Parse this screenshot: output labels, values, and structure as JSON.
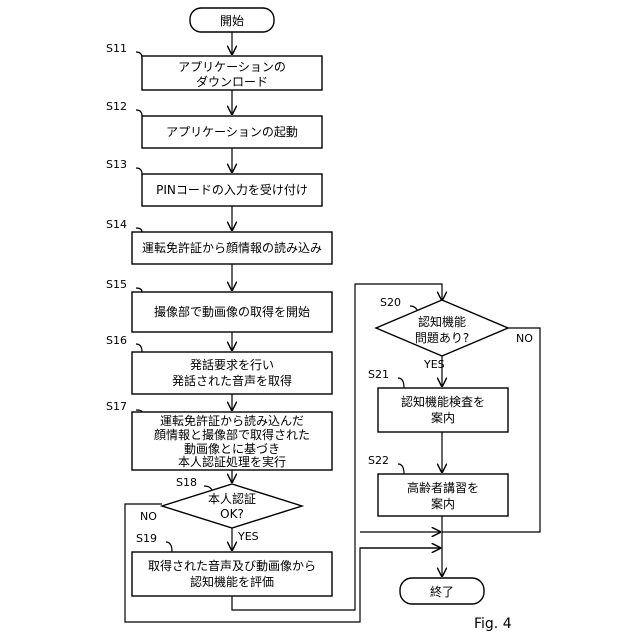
{
  "figure_label": "Fig. 4",
  "start": "開始",
  "end": "終了",
  "steps": {
    "s11": {
      "id": "S11",
      "line1": "アプリケーションの",
      "line2": "ダウンロード"
    },
    "s12": {
      "id": "S12",
      "line1": "アプリケーションの起動"
    },
    "s13": {
      "id": "S13",
      "line1": "PINコードの入力を受け付け"
    },
    "s14": {
      "id": "S14",
      "line1": "運転免許証から顔情報の読み込み"
    },
    "s15": {
      "id": "S15",
      "line1": "撮像部で動画像の取得を開始"
    },
    "s16": {
      "id": "S16",
      "line1": "発話要求を行い",
      "line2": "発話された音声を取得"
    },
    "s17": {
      "id": "S17",
      "line1": "運転免許証から読み込んだ",
      "line2": "顔情報と撮像部で取得された",
      "line3": "動画像とに基づき",
      "line4": "本人認証処理を実行"
    },
    "s18": {
      "id": "S18",
      "line1": "本人認証",
      "line2": "OK?",
      "yes": "YES",
      "no": "NO"
    },
    "s19": {
      "id": "S19",
      "line1": "取得された音声及び動画像から",
      "line2": "認知機能を評価"
    },
    "s20": {
      "id": "S20",
      "line1": "認知機能",
      "line2": "問題あり?",
      "yes": "YES",
      "no": "NO"
    },
    "s21": {
      "id": "S21",
      "line1": "認知機能検査を",
      "line2": "案内"
    },
    "s22": {
      "id": "S22",
      "line1": "高齢者講習を",
      "line2": "案内"
    }
  }
}
